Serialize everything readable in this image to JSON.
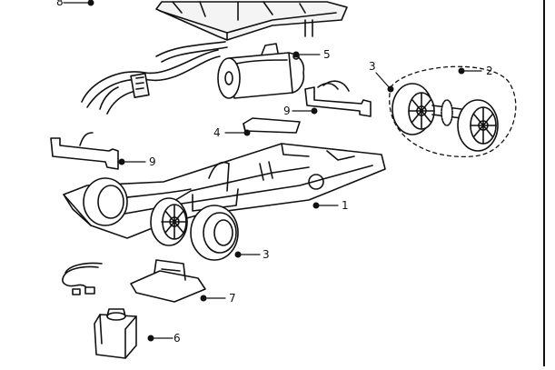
{
  "diagram": {
    "callouts": [
      {
        "id": "c8",
        "label": "8"
      },
      {
        "id": "c5",
        "label": "5"
      },
      {
        "id": "c3-top",
        "label": "3"
      },
      {
        "id": "c2",
        "label": "2"
      },
      {
        "id": "c9-right",
        "label": "9"
      },
      {
        "id": "c4",
        "label": "4"
      },
      {
        "id": "c9-left",
        "label": "9"
      },
      {
        "id": "c1",
        "label": "1"
      },
      {
        "id": "c3-bottom",
        "label": "3"
      },
      {
        "id": "c7",
        "label": "7"
      },
      {
        "id": "c6",
        "label": "6"
      }
    ]
  },
  "colors": {
    "line": "#111111",
    "background": "#ffffff",
    "body_fill": "#f4f4f4"
  }
}
